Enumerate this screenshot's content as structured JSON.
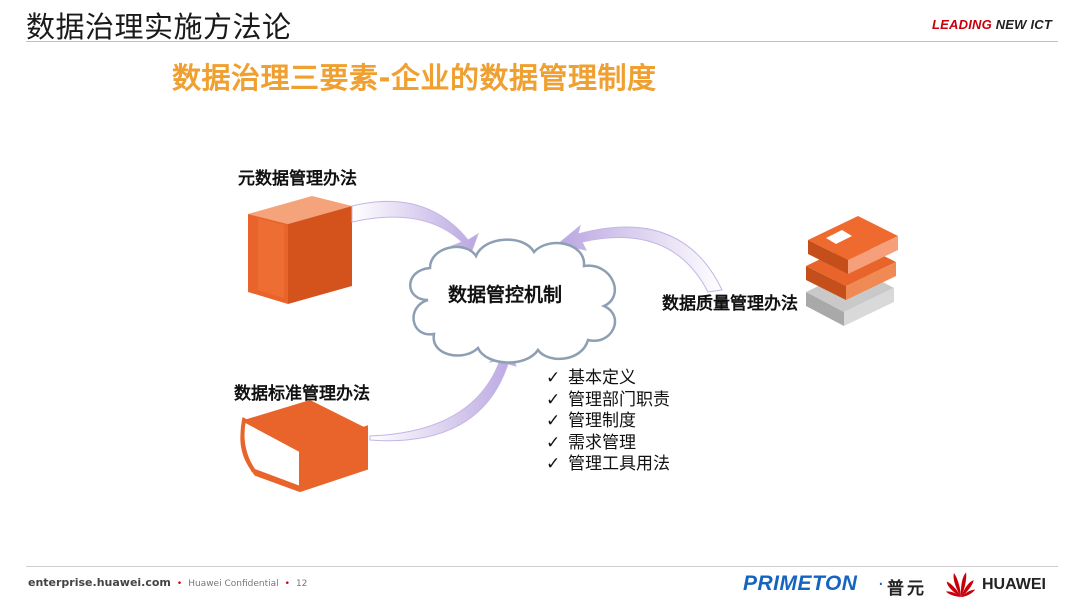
{
  "header": {
    "title": "数据治理实施方法论",
    "tagline_bold": "LEADING",
    "tagline_rest": " NEW ICT"
  },
  "slide": {
    "subtitle": "数据治理三要素-企业的数据管理制度",
    "center": "数据管控机制",
    "labels": {
      "metadata": "元数据管理办法",
      "standard": "数据标准管理办法",
      "quality": "数据质量管理办法"
    },
    "checklist": [
      "基本定义",
      "管理部门职责",
      "管理制度",
      "需求管理",
      "管理工具用法"
    ],
    "check_glyph": "✓"
  },
  "icons": {
    "metadata": "standing-book-icon",
    "standard": "lying-book-icon",
    "quality": "book-stack-icon",
    "center": "cloud-icon"
  },
  "colors": {
    "book": "#e8642a",
    "subtitle": "#f0a030",
    "arrow": "#c7b8e6",
    "brand_red": "#c7000b",
    "primeton_blue": "#1565c0"
  },
  "footer": {
    "site": "enterprise.huawei.com",
    "confidential": "Huawei Confidential",
    "page": "12",
    "primeton": "PRIMETON",
    "primeton_cn": "普元",
    "huawei": "HUAWEI"
  }
}
